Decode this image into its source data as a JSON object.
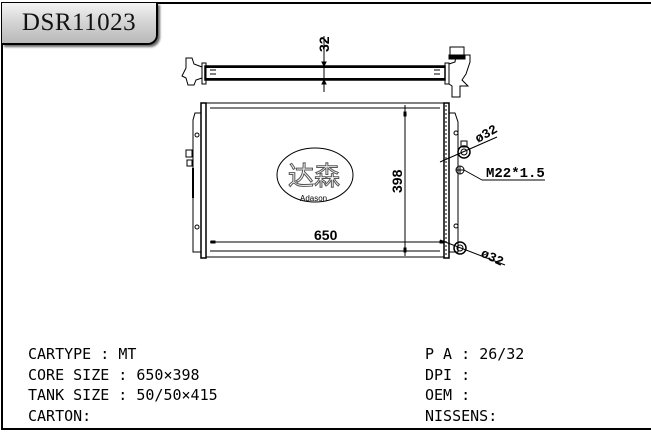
{
  "title": "DSR11023",
  "drawing": {
    "dim_top_tank": "32",
    "dim_width": "650",
    "dim_height": "398",
    "dim_pipe_top": "ø32",
    "dim_pipe_bottom": "ø32",
    "thread": "M22*1.5",
    "logo": {
      "chinese": "达森",
      "latin": "Adason"
    }
  },
  "specs_left": [
    {
      "label": "CARTYPE : ",
      "value": "MT"
    },
    {
      "label": "CORE SIZE : ",
      "value": "650×398"
    },
    {
      "label": "TANK SIZE : ",
      "value": "50/50×415"
    },
    {
      "label": "CARTON:",
      "value": ""
    }
  ],
  "specs_right": [
    {
      "label": "P A : ",
      "value": "26/32"
    },
    {
      "label": "DPI : ",
      "value": ""
    },
    {
      "label": "OEM : ",
      "value": ""
    },
    {
      "label": "NISSENS:",
      "value": ""
    }
  ]
}
